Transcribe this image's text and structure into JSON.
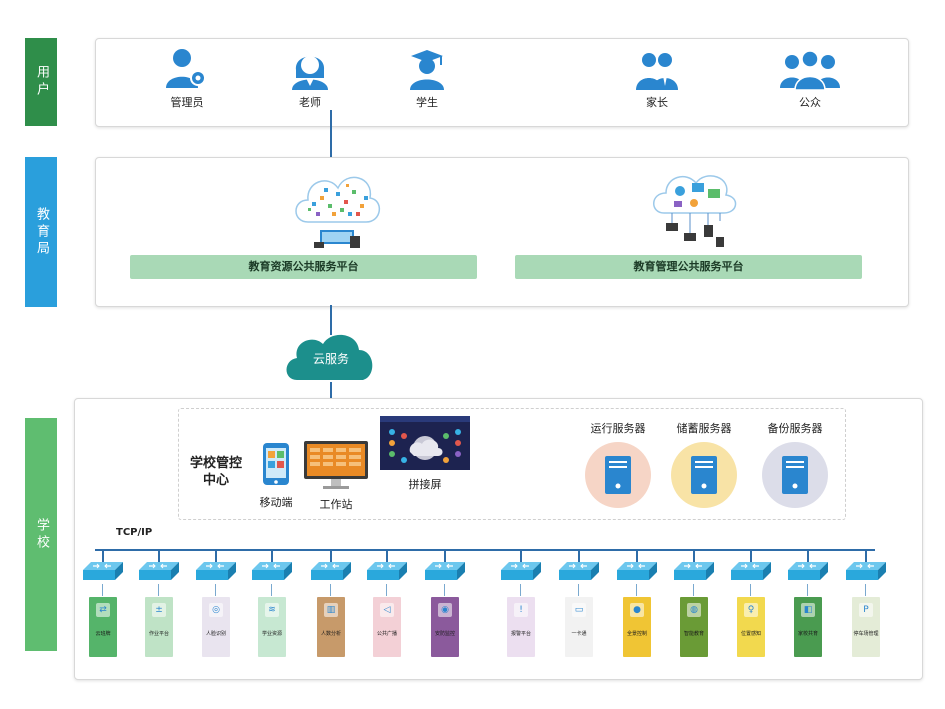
{
  "sections": {
    "user": "用户",
    "bureau": "教育局",
    "school": "学校"
  },
  "users": [
    {
      "label": "管理员",
      "icon": "admin-icon"
    },
    {
      "label": "老师",
      "icon": "teacher-icon"
    },
    {
      "label": "学生",
      "icon": "student-icon"
    },
    {
      "label": "家长",
      "icon": "parent-icon"
    },
    {
      "label": "公众",
      "icon": "public-icon"
    }
  ],
  "platforms": {
    "resource": "教育资源公共服务平台",
    "management": "教育管理公共服务平台"
  },
  "cloud": "云服务",
  "control_center": {
    "title_line1": "学校管控",
    "title_line2": "中心",
    "mobile": "移动端",
    "workstation": "工作站",
    "splice": "拼接屏"
  },
  "servers": [
    {
      "label": "运行服务器",
      "color": "#f6d5c6"
    },
    {
      "label": "储蓄服务器",
      "color": "#f8e3a6"
    },
    {
      "label": "备份服务器",
      "color": "#dcdde9"
    }
  ],
  "network": "TCP/IP",
  "modules": [
    {
      "label": "云班牌",
      "color": "#55b46a"
    },
    {
      "label": "作业平台",
      "color": "#bfe3c6"
    },
    {
      "label": "人脸识别",
      "color": "#e9e4ef"
    },
    {
      "label": "学业资源",
      "color": "#c7e8d2"
    },
    {
      "label": "人数分析",
      "color": "#c79a6a"
    },
    {
      "label": "公共广播",
      "color": "#f3d0d6"
    },
    {
      "label": "安防监控",
      "color": "#8b5a9c"
    },
    {
      "label": "报警平台",
      "color": "#ecdff0"
    },
    {
      "label": "一卡通",
      "color": "#f2f2f2"
    },
    {
      "label": "全景控制",
      "color": "#f0c534"
    },
    {
      "label": "智能教育",
      "color": "#6a9b36"
    },
    {
      "label": "位置感知",
      "color": "#f2d94e"
    },
    {
      "label": "家校共育",
      "color": "#4a9b50"
    },
    {
      "label": "停车场管理",
      "color": "#e4ecd7"
    }
  ],
  "colors": {
    "green_dark": "#2f8e4a",
    "blue_bar": "#2a9fdc",
    "green_school": "#5fbd70",
    "line": "#2e6ca8",
    "switch": "#2aa8dc",
    "icon_blue": "#2a86cf"
  }
}
